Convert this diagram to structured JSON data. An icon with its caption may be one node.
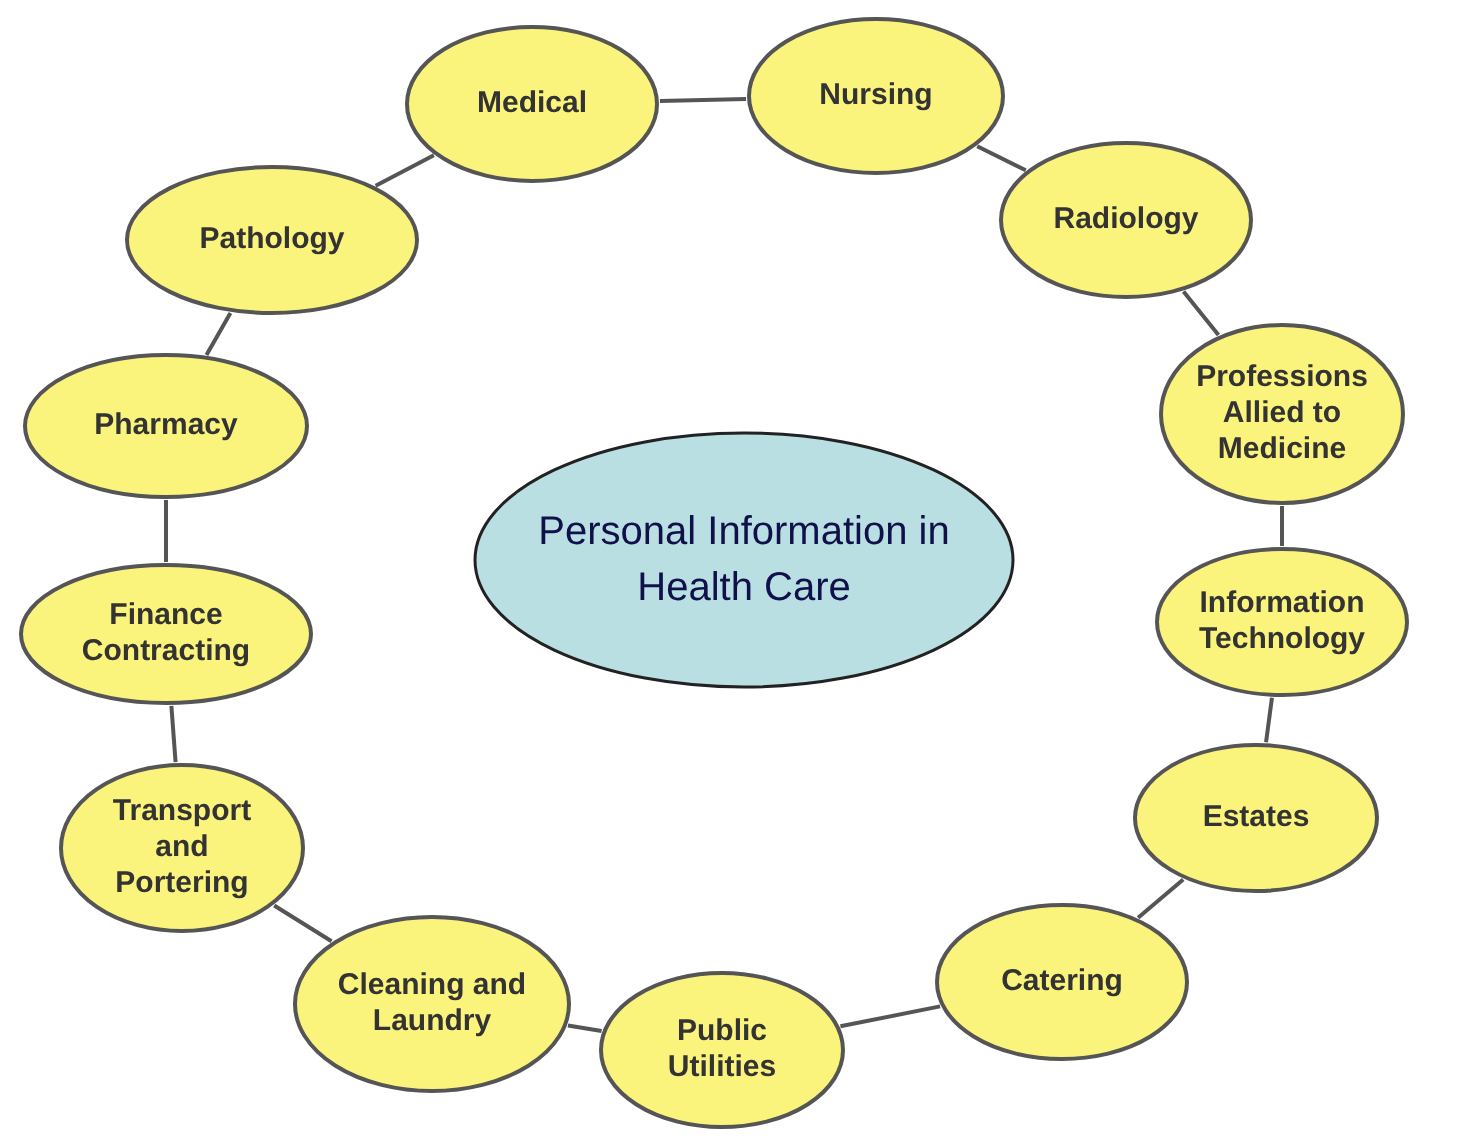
{
  "diagram": {
    "nodes": [
      {
        "text": [
          "Personal Information in Health Care"
        ]
      },
      {
        "text": [
          "Medical"
        ]
      },
      {
        "text": [
          "Nursing"
        ]
      },
      {
        "text": [
          "Radiology"
        ]
      },
      {
        "text": [
          "Professions Allied to Medicine"
        ]
      },
      {
        "text": [
          "Information Technology"
        ]
      },
      {
        "text": [
          "Estates"
        ]
      },
      {
        "text": [
          "Catering"
        ]
      },
      {
        "text": [
          "Public Utilities"
        ]
      },
      {
        "text": [
          "Cleaning and Laundry"
        ]
      },
      {
        "text": [
          "Transport and Portering"
        ]
      },
      {
        "text": [
          "Finance Contracting"
        ]
      },
      {
        "text": [
          "Pharmacy"
        ]
      },
      {
        "text": [
          "Pathology"
        ]
      }
    ],
    "edges": [
      {
        "from": 1,
        "to": 2,
        "arrow": "none"
      },
      {
        "from": 2,
        "to": 3,
        "arrow": "none"
      },
      {
        "from": 3,
        "to": 4,
        "arrow": "none"
      },
      {
        "from": 4,
        "to": 5,
        "arrow": "none"
      },
      {
        "from": 5,
        "to": 6,
        "arrow": "none"
      },
      {
        "from": 6,
        "to": 7,
        "arrow": "none"
      },
      {
        "from": 7,
        "to": 8,
        "arrow": "none"
      },
      {
        "from": 8,
        "to": 9,
        "arrow": "none"
      },
      {
        "from": 9,
        "to": 10,
        "arrow": "none"
      },
      {
        "from": 10,
        "to": 11,
        "arrow": "none"
      },
      {
        "from": 11,
        "to": 12,
        "arrow": "none"
      },
      {
        "from": 12,
        "to": 13,
        "arrow": "none"
      },
      {
        "from": 13,
        "to": 1,
        "arrow": "none"
      }
    ]
  }
}
